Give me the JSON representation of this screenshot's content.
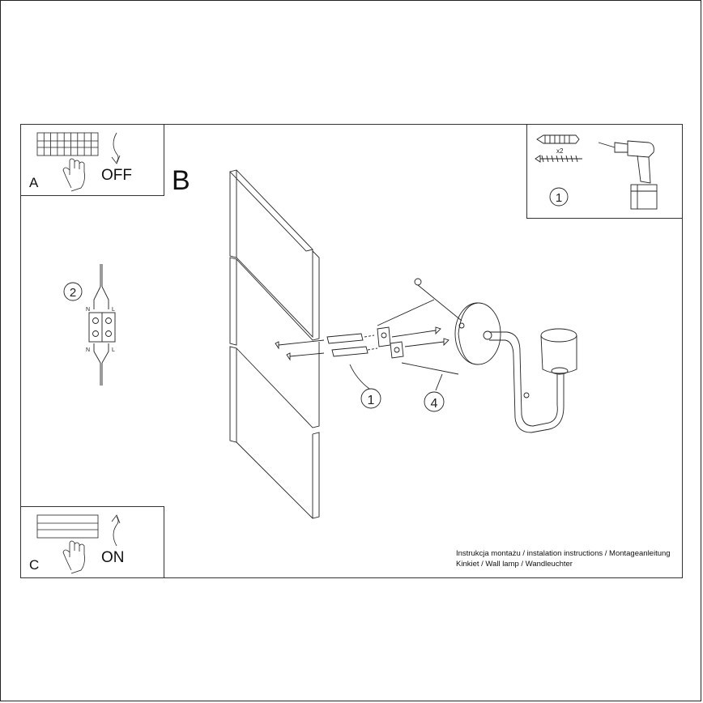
{
  "steps": {
    "a": {
      "letter": "A",
      "action": "OFF"
    },
    "b": {
      "letter": "B"
    },
    "c": {
      "letter": "C",
      "action": "ON"
    }
  },
  "tools_panel": {
    "plug_quantity": "x2",
    "callout": "1"
  },
  "wiring": {
    "callout": "2",
    "neutral_top": "N",
    "live_top": "L",
    "neutral_bottom": "N",
    "live_bottom": "L"
  },
  "assembly": {
    "callout_plugs": "1",
    "callout_lamp": "4"
  },
  "caption": {
    "line1": "Instrukcja montażu / instalation instructions / Montageanleitung",
    "line2": "Kinkiet / Wall lamp / Wandleuchter"
  }
}
